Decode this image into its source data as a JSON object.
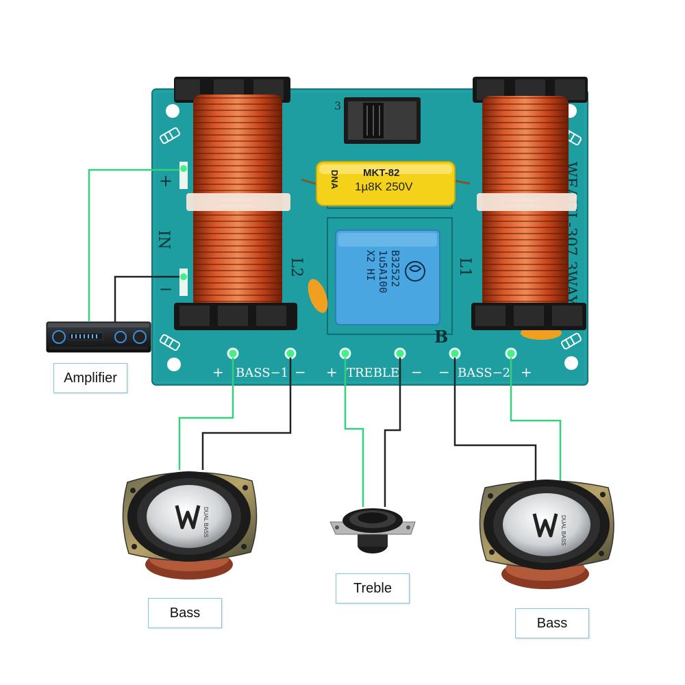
{
  "board": {
    "model_text": "WEAHL-307 3WAY",
    "input_label": "IN",
    "input_plus": "+",
    "input_minus": "−",
    "coil_left_label": "L2",
    "coil_right_label": "L1",
    "switch_label": "3",
    "corner_mark": "B",
    "terminals": {
      "bass1": "BASS−1",
      "treble": "TREBLE",
      "bass2": "BASS−2",
      "plus": "+",
      "minus": "−"
    },
    "yellow_cap": {
      "line1": "MKT-82",
      "line2": "1µ8K 250V",
      "brand": "DNA"
    },
    "blue_cap": {
      "line1": "B32522",
      "line2": "1u5A100",
      "line3": "X2 HI"
    }
  },
  "speakers": {
    "logo_text": "DUAL BASS"
  },
  "labels": {
    "amplifier": "Amplifier",
    "bass_left": "Bass",
    "treble": "Treble",
    "bass_right": "Bass"
  },
  "colors": {
    "pcb": "#1e9ea0",
    "coil_copper": "#c8461c",
    "wire_green": "#33d17a",
    "wire_black": "#222222",
    "label_border": "#7fc9d8"
  }
}
